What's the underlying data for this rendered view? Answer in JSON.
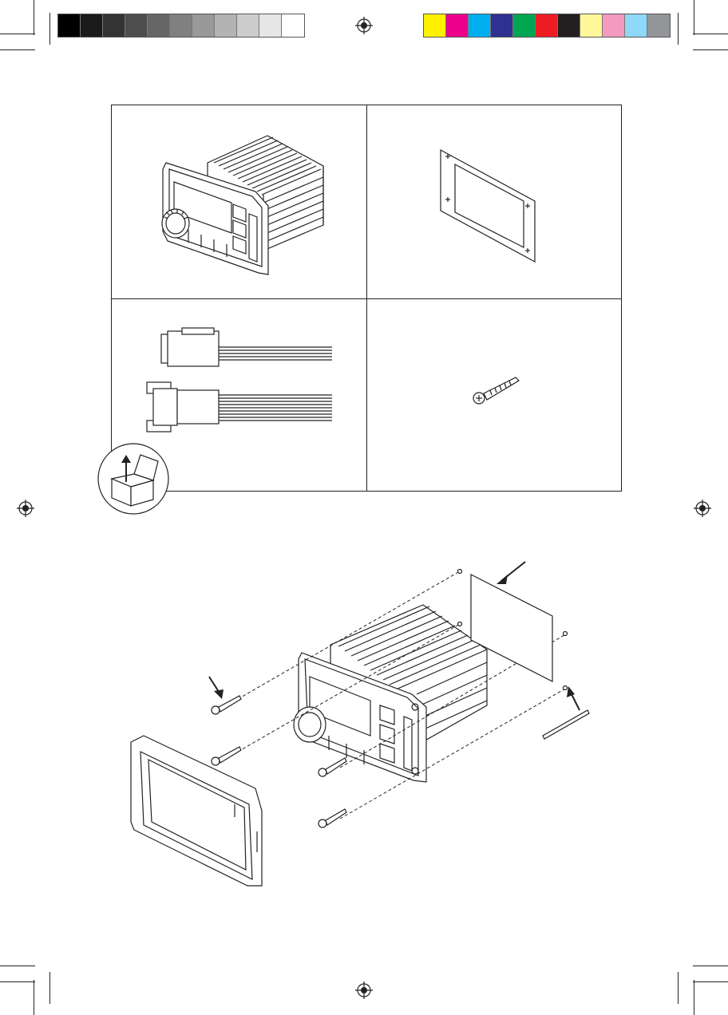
{
  "color_bars": {
    "grayscale": [
      "#000000",
      "#1b1b1b",
      "#333333",
      "#4d4d4d",
      "#666666",
      "#808080",
      "#999999",
      "#b3b3b3",
      "#cccccc",
      "#e6e6e6",
      "#ffffff"
    ],
    "process": [
      "#fff200",
      "#ec008c",
      "#00aeef",
      "#2e3192",
      "#00a651",
      "#ed1c24",
      "#231f20",
      "#fff799",
      "#f49ac1",
      "#8ed8f8",
      "#939598"
    ]
  },
  "icons": {
    "registration": "registration-target-icon",
    "unbox": "open-box-icon"
  },
  "parts": [
    {
      "name": "head-unit",
      "icon": "head-unit-icon"
    },
    {
      "name": "mounting-gasket",
      "icon": "gasket-icon"
    },
    {
      "name": "wiring-harnesses",
      "icon": "wire-harness-icon"
    },
    {
      "name": "mounting-screw",
      "icon": "screw-icon"
    }
  ]
}
